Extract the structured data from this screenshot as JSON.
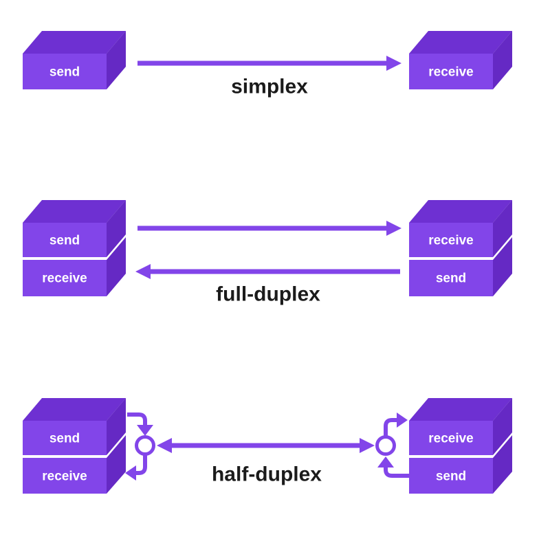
{
  "colors": {
    "background": "#ffffff",
    "box_front": "#8245e9",
    "box_top": "#6e30d2",
    "box_side": "#6529c4",
    "arrow": "#8245e9",
    "node_fill": "#ffffff",
    "title_text": "#1b1b1b",
    "box_label_text": "#ffffff"
  },
  "sections": {
    "simplex": {
      "title": "simplex",
      "left_box_label": "send",
      "right_box_label": "receive"
    },
    "full_duplex": {
      "title": "full-duplex",
      "left_box_top_label": "send",
      "left_box_bottom_label": "receive",
      "right_box_top_label": "receive",
      "right_box_bottom_label": "send"
    },
    "half_duplex": {
      "title": "half-duplex",
      "left_box_top_label": "send",
      "left_box_bottom_label": "receive",
      "right_box_top_label": "receive",
      "right_box_bottom_label": "send"
    }
  }
}
